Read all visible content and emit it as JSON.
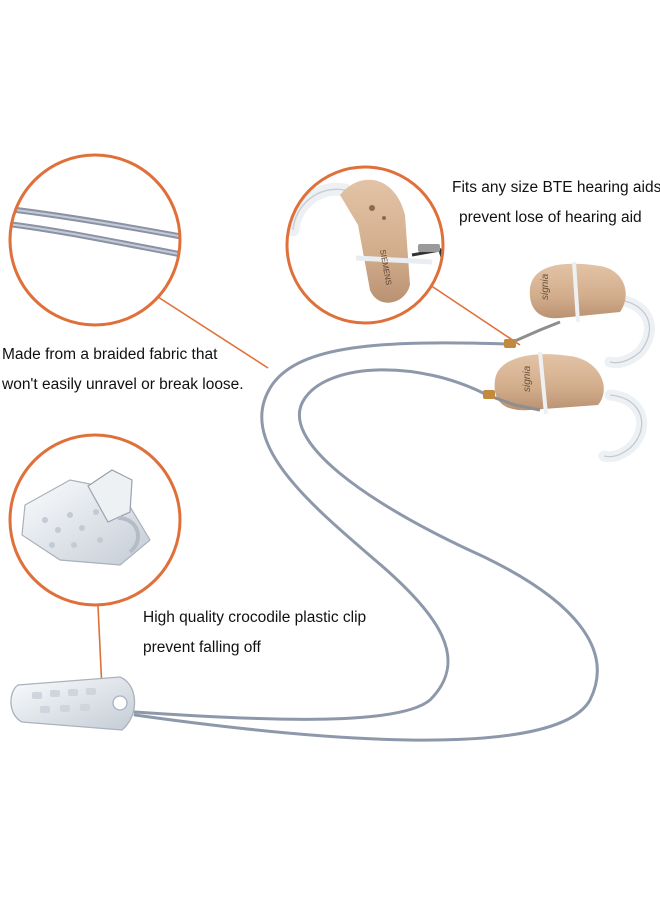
{
  "captions": {
    "bte": {
      "line1": "Fits any size BTE hearing aids",
      "line2": "prevent lose of hearing aid"
    },
    "fabric": {
      "line1": "Made from a braided fabric that",
      "line2": "won't easily unravel or break loose."
    },
    "clip": {
      "line1": "High quality crocodile  plastic clip",
      "line2": "prevent  falling off"
    }
  },
  "hearing_aid_label": "signia",
  "zoom_label": "SIEMENS",
  "colors": {
    "callout_ring": "#e0703a",
    "cord": "#8e98ab",
    "hearing_aid_beige": "#d2ad8c",
    "hook": "#f2f4f6"
  }
}
